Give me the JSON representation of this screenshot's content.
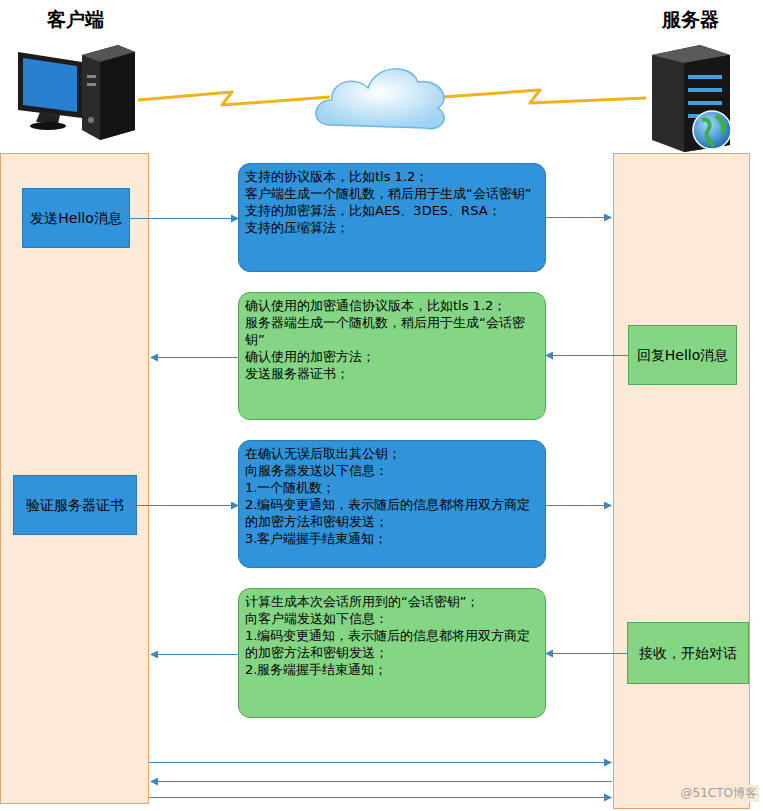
{
  "diagram": {
    "nodes": [
      {
        "text": [
          "发送Hello消息"
        ]
      },
      {
        "text": [
          "支持的协议版本，比如tls 1.2；",
          "客户端生成一个随机数，稍后用于生成“会话密钥”",
          "支持的加密算法，比如AES、3DES、RSA；",
          "支持的压缩算法；"
        ]
      },
      {
        "text": [
          "确认使用的加密通信协议版本，比如tls 1.2；",
          "服务器端生成一个随机数，稍后用于生成“会话密钥”",
          "确认使用的加密方法；",
          "发送服务器证书；"
        ]
      },
      {
        "text": [
          "回复Hello消息"
        ]
      },
      {
        "text": [
          "验证服务器证书"
        ]
      },
      {
        "text": [
          "在确认无误后取出其公钥；",
          "向服务器发送以下信息：",
          "1.一个随机数；",
          "2.编码变更通知，表示随后的信息都将用双方商定的加密方法和密钥发送；",
          "3.客户端握手结束通知；"
        ]
      },
      {
        "text": [
          "计算生成本次会话所用到的“会话密钥”；",
          "向客户端发送如下信息：",
          "1.编码变更通知，表示随后的信息都将用双方商定的加密方法和密钥发送；",
          "2.服务端握手结束通知；"
        ]
      },
      {
        "text": [
          "接收，开始对话"
        ]
      }
    ],
    "edges": [
      {
        "from": 0,
        "to": 1,
        "arrow": "to"
      },
      {
        "from": 3,
        "to": 2,
        "arrow": "to"
      },
      {
        "from": 4,
        "to": 5,
        "arrow": "to"
      },
      {
        "from": 7,
        "to": 6,
        "arrow": "to"
      }
    ],
    "labels": [
      "客户端",
      "服务器",
      "@51CTO博客"
    ]
  }
}
